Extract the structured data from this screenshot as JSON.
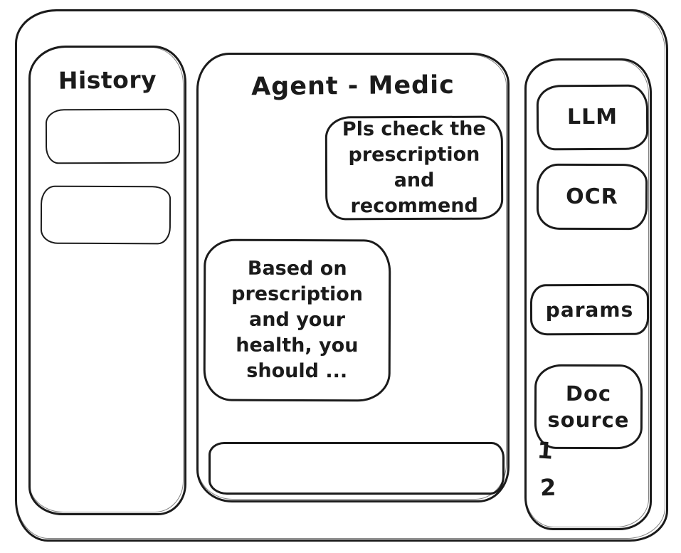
{
  "window": {
    "ink_color": "#1b1b1b",
    "background_color": "#ffffff"
  },
  "history_panel": {
    "title": "History"
  },
  "chat_panel": {
    "title": "Agent - Medic",
    "messages": [
      {
        "role": "user",
        "text": "Pls check the prescription and recommend"
      },
      {
        "role": "assistant",
        "text": "Based on prescription and your health, you should ..."
      }
    ],
    "input": {
      "value": "",
      "placeholder": ""
    }
  },
  "tools_panel": {
    "buttons": [
      "LLM",
      "OCR",
      "params",
      "Doc source"
    ],
    "doc_sources": [
      "1",
      "2"
    ]
  }
}
